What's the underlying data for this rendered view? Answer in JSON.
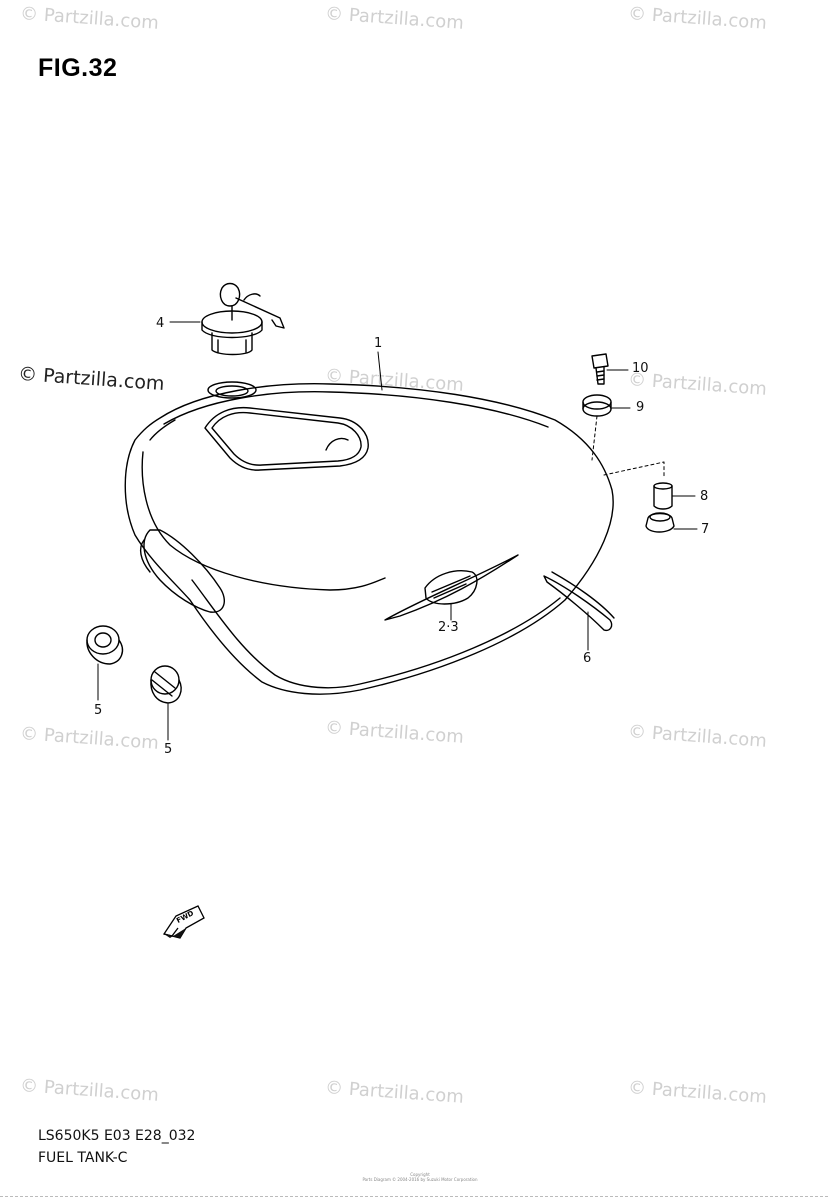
{
  "figure": {
    "title": "FIG.32",
    "model_code": "LS650K5 E03 E28_032",
    "section": "FUEL TANK-C",
    "copyright_lines": [
      "Copyright",
      "Parts Diagram © 2004-2016 by Suzuki Motor Corporation"
    ]
  },
  "watermarks": {
    "light": "© Partzilla.com",
    "dark": "© Partzilla.com"
  },
  "callouts": {
    "fuel_tank": "1",
    "emblem": "2·3",
    "fuel_cap": "4",
    "cap_left": "5",
    "cap_right": "5",
    "tape": "6",
    "cushion": "7",
    "spacer": "8",
    "washer": "9",
    "bolt": "10"
  },
  "fwd_arrow_label": "FWD"
}
